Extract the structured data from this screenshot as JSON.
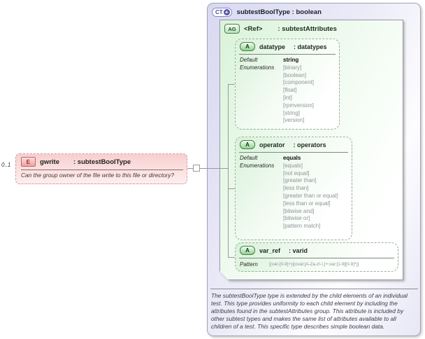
{
  "cardinality": "0..1",
  "element": {
    "icon": "E",
    "name": "gwrite",
    "type": ": subtestBoolType",
    "annotation": "Can the group owner of the file write to this file or directory?"
  },
  "complex_type": {
    "icon_text": "CT",
    "icon_plus": "+",
    "title": "subtestBoolType : boolean",
    "description": "The subtestBoolType type is extended by the child elements of an individual test.  This type provides uniformity to each child element by including the attributes found in the subtestAttributes group.  This attribute is included by other subtest types and makes the same list of attributes available to all children of a test.  This specific type describes simple boolean data."
  },
  "attribute_group": {
    "icon": "AG",
    "name": "<Ref>",
    "type": ": subtestAttributes"
  },
  "labels": {
    "default": "Default",
    "enumerations": "Enumerations",
    "pattern": "Pattern"
  },
  "attributes": [
    {
      "icon": "A",
      "name": "datatype",
      "type": ": datatypes",
      "default": "string",
      "enumerations": [
        "[binary]",
        "[boolean]",
        "[component]",
        "[float]",
        "[int]",
        "[rpmversion]",
        "[string]",
        "[version]"
      ]
    },
    {
      "icon": "A",
      "name": "operator",
      "type": ": operators",
      "default": "equals",
      "enumerations": [
        "[equals]",
        "[not equal]",
        "[greater than]",
        "[less than]",
        "[greater than or equal]",
        "[less than or equal]",
        "[bitwise and]",
        "[bitwise or]",
        "[pattern match]"
      ]
    },
    {
      "icon": "A",
      "name": "var_ref",
      "type": ": varid",
      "pattern": "[(var-[0-9]+)|(oval:[A-Za-z\\-\\.]+:var:[1-9][0-9]*)]"
    }
  ],
  "colors": {
    "element_fill": "#f7cfcf",
    "element_border": "#dd9c9c",
    "complex_type_fill": "#d8d8f1",
    "group_fill": "#d9f3d9",
    "attribute_border": "#9cae9c",
    "connector": "#999999"
  }
}
